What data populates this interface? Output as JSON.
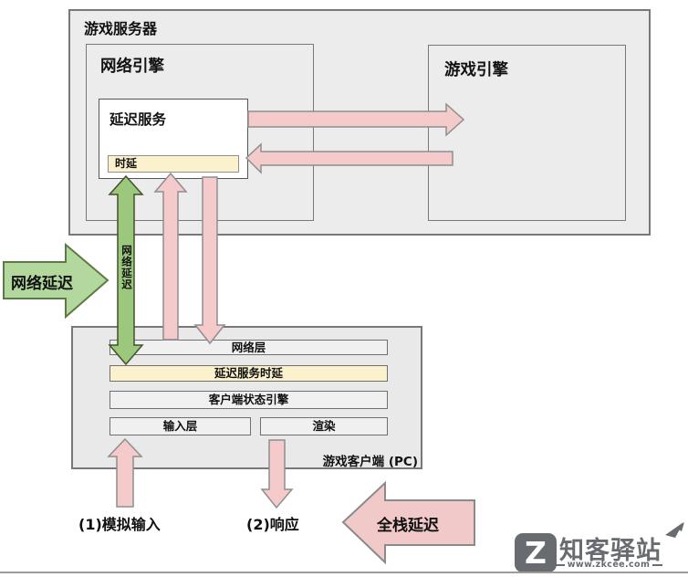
{
  "server": {
    "title": "游戏服务器",
    "network_engine_title": "网络引擎",
    "latency_service_title": "延迟服务",
    "latency_chip_label": "时延",
    "game_engine_title": "游戏引擎"
  },
  "client": {
    "title": "游戏客户端 (PC)",
    "network_layer": "网络层",
    "latency_layer": "延迟服务时延",
    "state_engine_layer": "客户端状态引擎",
    "input_layer": "输入层",
    "render_layer": "渲染"
  },
  "labels": {
    "network_latency_horizontal": "网络延迟",
    "network_latency_vertical": "网络延迟",
    "simulated_input": "(1)模拟输入",
    "response": "(2)响应",
    "full_stack_latency": "全栈延迟"
  },
  "watermark": {
    "logo_letter": "Z",
    "brand": "知客驿站",
    "url": "www.zkcee.com"
  },
  "colors": {
    "pink_fill": "#f5caca",
    "pink_border": "#8e8e8e",
    "big_pink_fill": "#f2c9c9",
    "green_vertical_fill": "#9cc87e",
    "green_vertical_border": "#42502c",
    "green_horizontal_fill": "#b3d89e",
    "green_horizontal_border": "#5d7a45",
    "yellow_fill": "#fbf1cd",
    "box_fill": "#ececec",
    "watermark_grey": "#686c70"
  }
}
